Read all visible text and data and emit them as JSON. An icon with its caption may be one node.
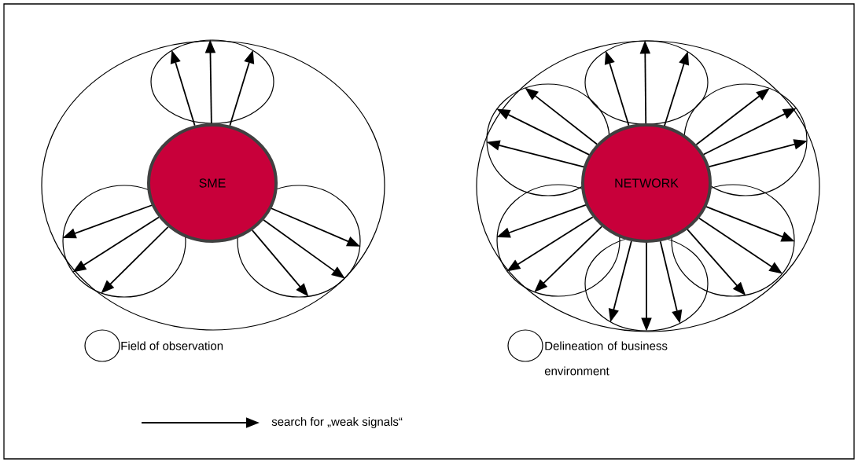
{
  "diagram": {
    "nodes": [
      {
        "text": [],
        "shape": "circle"
      },
      {
        "text": [
          "SME"
        ],
        "in": 0
      },
      {
        "text": [],
        "shape": "circle",
        "in": 0
      },
      {
        "text": [],
        "shape": "circle",
        "in": 0
      },
      {
        "text": [],
        "shape": "circle",
        "in": 0
      },
      {
        "text": [],
        "shape": "circle"
      },
      {
        "text": [
          "NETWORK"
        ],
        "in": 5
      },
      {
        "text": [],
        "shape": "circle",
        "in": 5
      },
      {
        "text": [],
        "shape": "circle",
        "in": 5
      },
      {
        "text": [],
        "shape": "circle",
        "in": 5
      },
      {
        "text": [],
        "shape": "circle",
        "in": 5
      },
      {
        "text": [],
        "shape": "circle",
        "in": 5
      },
      {
        "text": [],
        "shape": "circle",
        "in": 5
      }
    ],
    "edges": [
      {
        "from": 1,
        "to": 2,
        "arrow": "to"
      },
      {
        "from": 1,
        "to": 2,
        "arrow": "to"
      },
      {
        "from": 1,
        "to": 2,
        "arrow": "to"
      },
      {
        "from": 1,
        "to": 3,
        "arrow": "to"
      },
      {
        "from": 1,
        "to": 3,
        "arrow": "to"
      },
      {
        "from": 1,
        "to": 3,
        "arrow": "to"
      },
      {
        "from": 1,
        "to": 4,
        "arrow": "to"
      },
      {
        "from": 1,
        "to": 4,
        "arrow": "to"
      },
      {
        "from": 1,
        "to": 4,
        "arrow": "to"
      },
      {
        "from": 6,
        "to": 7,
        "arrow": "to"
      },
      {
        "from": 6,
        "to": 7,
        "arrow": "to"
      },
      {
        "from": 6,
        "to": 7,
        "arrow": "to"
      },
      {
        "from": 6,
        "to": 8,
        "arrow": "to"
      },
      {
        "from": 6,
        "to": 8,
        "arrow": "to"
      },
      {
        "from": 6,
        "to": 8,
        "arrow": "to"
      },
      {
        "from": 6,
        "to": 9,
        "arrow": "to"
      },
      {
        "from": 6,
        "to": 9,
        "arrow": "to"
      },
      {
        "from": 6,
        "to": 9,
        "arrow": "to"
      },
      {
        "from": 6,
        "to": 10,
        "arrow": "to"
      },
      {
        "from": 6,
        "to": 10,
        "arrow": "to"
      },
      {
        "from": 6,
        "to": 10,
        "arrow": "to"
      },
      {
        "from": 6,
        "to": 11,
        "arrow": "to"
      },
      {
        "from": 6,
        "to": 11,
        "arrow": "to"
      },
      {
        "from": 6,
        "to": 11,
        "arrow": "to"
      },
      {
        "from": 6,
        "to": 12,
        "arrow": "to"
      },
      {
        "from": 6,
        "to": 12,
        "arrow": "to"
      },
      {
        "from": 6,
        "to": 12,
        "arrow": "to"
      }
    ],
    "legend": [
      {
        "text": "Field of observation"
      },
      {
        "text": "Delineation of business environment"
      },
      {
        "text": "search for „weak signals“"
      }
    ]
  }
}
